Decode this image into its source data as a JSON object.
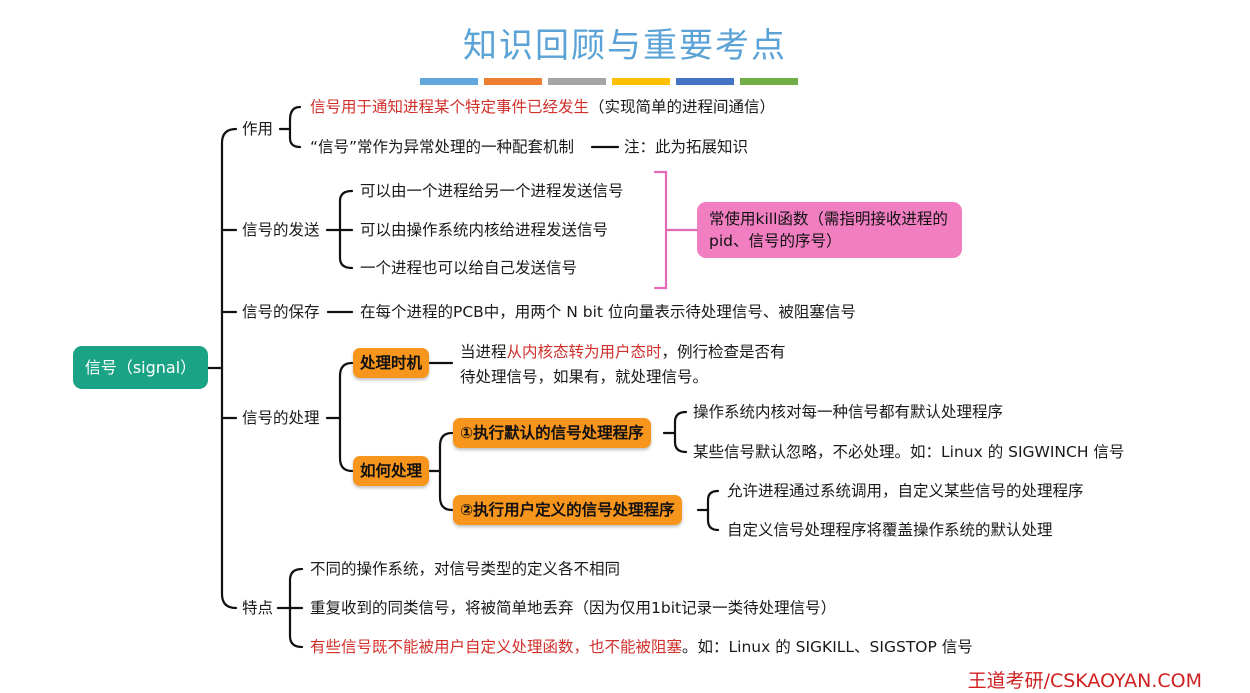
{
  "title": "知识回顾与重要考点",
  "color_bars": [
    "#62a8dc",
    "#ed7d31",
    "#a5a5a5",
    "#ffc000",
    "#4472c4",
    "#70ad47"
  ],
  "root": "信号（signal）",
  "watermark": "王道考研/CSKAOYAN.COM",
  "branches": {
    "role": {
      "label": "作用",
      "item1_red": "信号用于通知进程某个特定事件已经发生",
      "item1_rest": "（实现简单的进程间通信）",
      "item2": "“信号”常作为异常处理的一种配套机制",
      "item2_note": "注：此为拓展知识"
    },
    "send": {
      "label": "信号的发送",
      "items": [
        "可以由一个进程给另一个进程发送信号",
        "可以由操作系统内核给进程发送信号",
        "一个进程也可以给自己发送信号"
      ],
      "note": "常使用kill函数（需指明接收进程的pid、信号的序号）"
    },
    "save": {
      "label": "信号的保存",
      "text": "在每个进程的PCB中，用两个 N bit 位向量表示待处理信号、被阻塞信号"
    },
    "handle": {
      "label": "信号的处理",
      "timing": {
        "label": "处理时机",
        "line1_pre": "当进程",
        "line1_red": "从内核态转为用户态时",
        "line1_post": "，例行检查是否有",
        "line2": "待处理信号，如果有，就处理信号。"
      },
      "how": {
        "label": "如何处理",
        "default": {
          "label": "①执行默认的信号处理程序",
          "items": [
            "操作系统内核对每一种信号都有默认处理程序",
            "某些信号默认忽略，不必处理。如：Linux 的 SIGWINCH 信号"
          ]
        },
        "user": {
          "label": "②执行用户定义的信号处理程序",
          "items": [
            "允许进程通过系统调用，自定义某些信号的处理程序",
            "自定义信号处理程序将覆盖操作系统的默认处理"
          ]
        }
      }
    },
    "features": {
      "label": "特点",
      "item1": "不同的操作系统，对信号类型的定义各不相同",
      "item2": "重复收到的同类信号，将被简单地丢弃（因为仅用1bit记录一类待处理信号）",
      "item3_red": "有些信号既不能被用户自定义处理函数，也不能被阻塞",
      "item3_rest": "。如：Linux 的 SIGKILL、SIGSTOP 信号"
    }
  }
}
